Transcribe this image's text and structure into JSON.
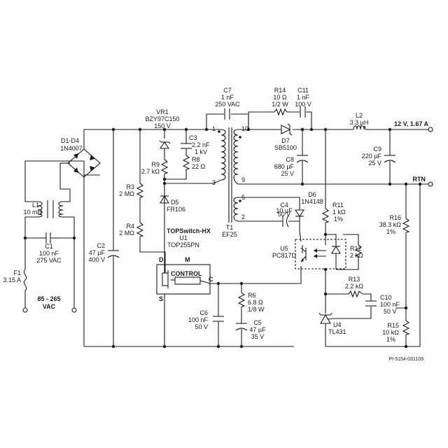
{
  "input": {
    "voltage": "85 - 265",
    "unit": "VAC"
  },
  "output": {
    "main": "12 V, 1.67 A",
    "rtn": "RTN"
  },
  "drawing_number": "PI-5154-031109",
  "ic": {
    "family": "TOPSwitch-HX",
    "ref": "U1",
    "part": "TOP255PN",
    "block": "CONTROL",
    "pins": {
      "d": "D",
      "m": "M",
      "s": "S",
      "c": "C"
    }
  },
  "transformer": {
    "ref": "T1",
    "core": "EF25",
    "pins": {
      "p1": "1",
      "p3": "3",
      "p10": "10",
      "p9": "9",
      "p5": "5",
      "p2": "2"
    }
  },
  "components": {
    "f1": {
      "ref": "F1",
      "value": "3.15 A"
    },
    "l1": {
      "ref": "L1",
      "value": "10 mH"
    },
    "c1": {
      "ref": "C1",
      "value": "100 nF",
      "rating": "275 VAC"
    },
    "bridge": {
      "ref": "D1-D4",
      "part": "1N4007"
    },
    "c2": {
      "ref": "C2",
      "value": "47 µF",
      "rating": "400 V"
    },
    "r3": {
      "ref": "R3",
      "value": "2 MΩ"
    },
    "r4": {
      "ref": "R4",
      "value": "2 MΩ"
    },
    "vr1": {
      "ref": "VR1",
      "part": "BZY97C150",
      "rating": "150 V"
    },
    "c3": {
      "ref": "C3",
      "value": "2.2 nF",
      "rating": "1 kV"
    },
    "r9": {
      "ref": "R9",
      "value": "2.7 kΩ"
    },
    "r8": {
      "ref": "R8",
      "value": "22 Ω"
    },
    "d5": {
      "ref": "D5",
      "part": "FR106"
    },
    "c7": {
      "ref": "C7",
      "value": "1 nF",
      "rating": "250 VAC"
    },
    "r14": {
      "ref": "R14",
      "value": "10 Ω",
      "rating": "1/2 W"
    },
    "c11": {
      "ref": "C11",
      "value": "1 nF",
      "rating": "100 V"
    },
    "d7": {
      "ref": "D7",
      "part": "SB5100"
    },
    "c8": {
      "ref": "C8",
      "value": "680 µF",
      "rating": "25 V"
    },
    "l2": {
      "ref": "L2",
      "value": "3.3 µH"
    },
    "c9": {
      "ref": "C9",
      "value": "220 µF",
      "rating": "25 V"
    },
    "c4": {
      "ref": "C4",
      "value": "10 µF",
      "rating": "50 V"
    },
    "d6": {
      "ref": "D6",
      "part": "1N4148"
    },
    "r11": {
      "ref": "R11",
      "value": "1 kΩ",
      "tol": "1%"
    },
    "r16": {
      "ref": "R16",
      "value": "38.3 kΩ",
      "tol": "1%"
    },
    "u5": {
      "ref": "U5",
      "part": "PC817D"
    },
    "r12": {
      "ref": "R12",
      "value": "2 kΩ"
    },
    "r13": {
      "ref": "R13",
      "value": "2.2 kΩ"
    },
    "c10": {
      "ref": "C10",
      "value": "100 nF",
      "rating": "50 V"
    },
    "u4": {
      "ref": "U4",
      "part": "TL431"
    },
    "r15": {
      "ref": "R15",
      "value": "10 kΩ",
      "tol": "1%"
    },
    "r6": {
      "ref": "R6",
      "value": "6.8 Ω",
      "rating": "1/8 W"
    },
    "c6": {
      "ref": "C6",
      "value": "100 nF",
      "rating": "50 V"
    },
    "c5": {
      "ref": "C5",
      "value": "47 µF",
      "rating": "35 V"
    }
  }
}
